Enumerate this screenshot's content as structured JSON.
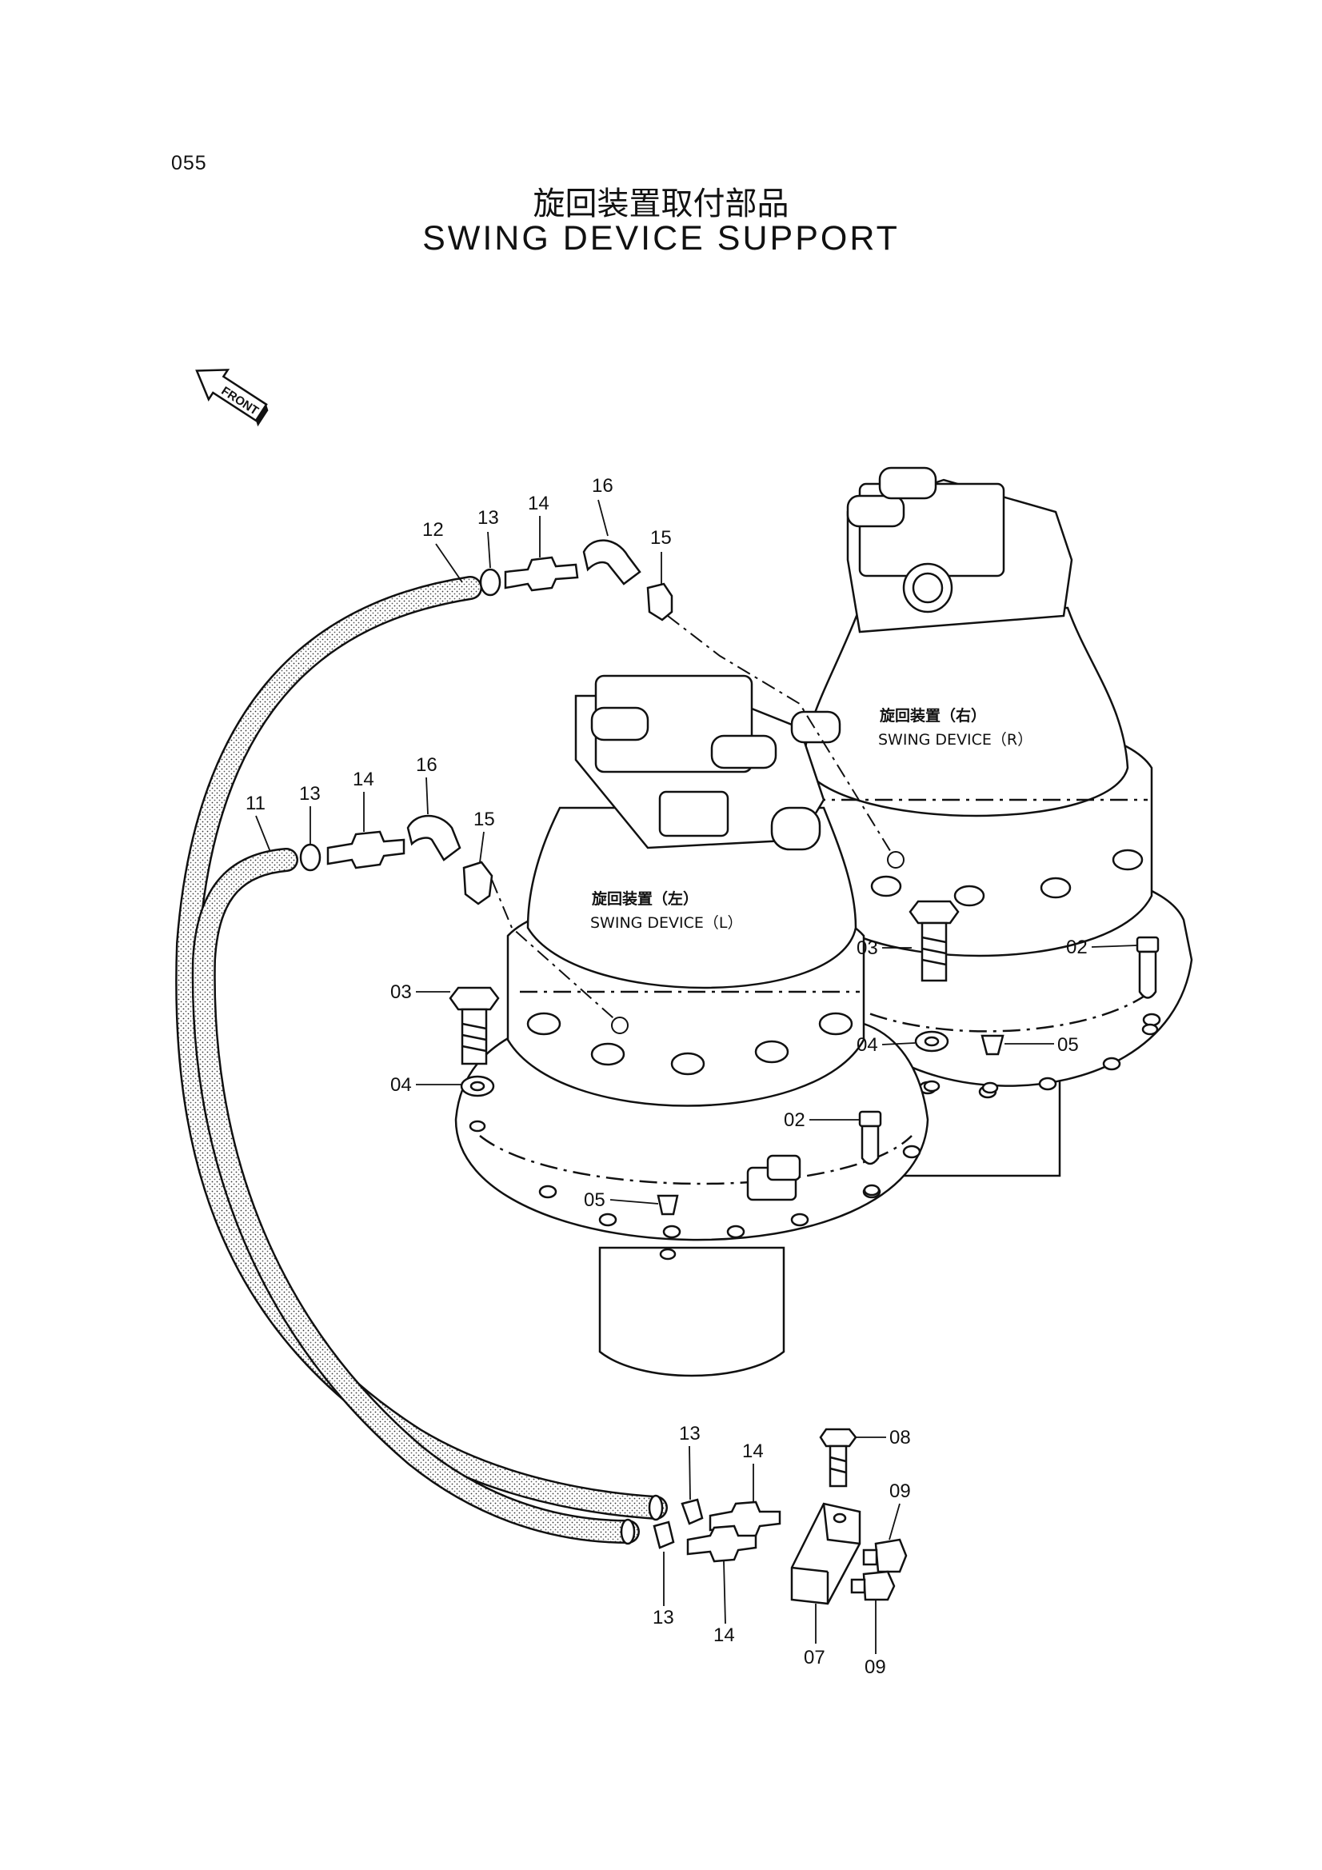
{
  "page": {
    "number": "055"
  },
  "title": {
    "japanese": "旋回装置取付部品",
    "english": "SWING DEVICE SUPPORT"
  },
  "front_arrow": {
    "label": "FRONT"
  },
  "devices": {
    "left": {
      "jp": "旋回装置（左）",
      "en": "SWING DEVICE（L）"
    },
    "right": {
      "jp": "旋回装置（右）",
      "en": "SWING DEVICE（R）"
    }
  },
  "callouts": {
    "c12": "12",
    "c13a": "13",
    "c14a": "14",
    "c16a": "16",
    "c15a": "15",
    "c11": "11",
    "c13b": "13",
    "c14b": "14",
    "c16b": "16",
    "c15b": "15",
    "c03a": "03",
    "c04a": "04",
    "c03b": "03",
    "c04b": "04",
    "c02a": "02",
    "c05a": "05",
    "c02b": "02",
    "c05b": "05",
    "c13c": "13",
    "c14c": "14",
    "c08": "08",
    "c09a": "09",
    "c13d": "13",
    "c14d": "14",
    "c07": "07",
    "c09b": "09"
  }
}
